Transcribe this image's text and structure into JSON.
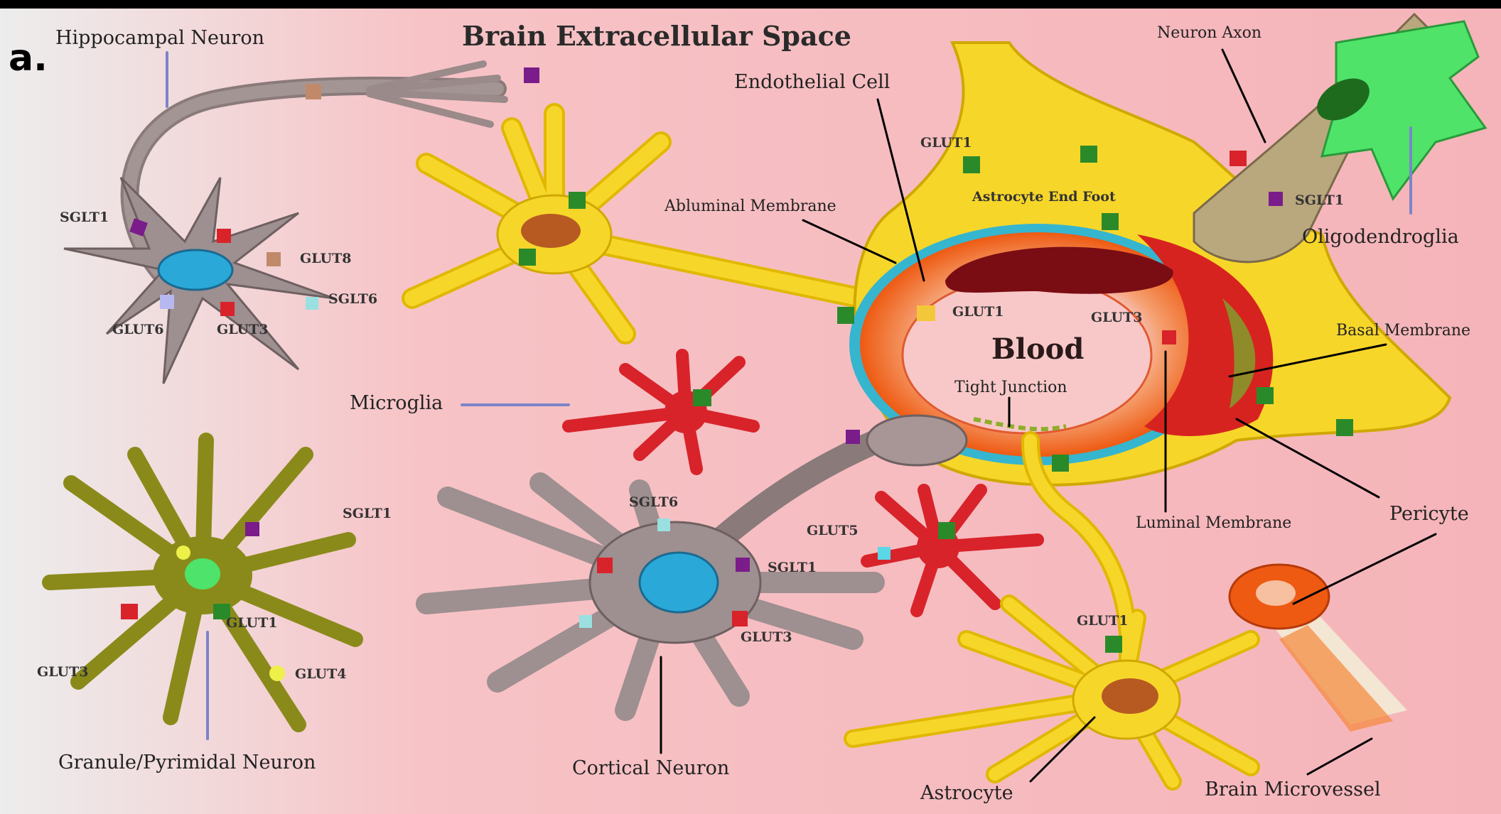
{
  "panel_label": "a.",
  "title": "Brain Extracellular Space",
  "labels": {
    "hippocampal_neuron": "Hippocampal Neuron",
    "endothelial_cell": "Endothelial Cell",
    "neuron_axon": "Neuron Axon",
    "abluminal_membrane": "Abluminal Membrane",
    "astrocyte_end_foot": "Astrocyte End Foot",
    "oligodendroglia": "Oligodendroglia",
    "basal_membrane": "Basal Membrane",
    "blood": "Blood",
    "tight_junction": "Tight Junction",
    "microglia": "Microglia",
    "luminal_membrane": "Luminal Membrane",
    "pericyte": "Pericyte",
    "granule_pyrimidal_neuron": "Granule/Pyrimidal Neuron",
    "cortical_neuron": "Cortical Neuron",
    "astrocyte": "Astrocyte",
    "brain_microvessel": "Brain Microvessel"
  },
  "transporters": {
    "sglt1_hippo": "SGLT1",
    "glut8": "GLUT8",
    "sglt6_hippo": "SGLT6",
    "glut6": "GLUT6",
    "glut3_hippo": "GLUT3",
    "glut1_endfoot": "GLUT1",
    "glut1_lumen": "GLUT1",
    "glut3_lumen": "GLUT3",
    "sglt1_axon": "SGLT1",
    "sglt6_cortical": "SGLT6",
    "sglt1_cortical": "SGLT1",
    "glut3_cortical": "GLUT3",
    "glut5": "GLUT5",
    "glut1_astro": "GLUT1",
    "sglt1_granule": "SGLT1",
    "glut1_granule": "GLUT1",
    "glut3_granule": "GLUT3",
    "glut4": "GLUT4"
  },
  "colors": {
    "background_left": "#e9e9e9",
    "background_right": "#f4b3b8",
    "neuron_gray": "#9a8a8a",
    "astrocyte_yellow": "#f7d62a",
    "microglia_red": "#d8232a",
    "granule_olive": "#8a8a1a",
    "oligodendroglia_green": "#4fe36a",
    "nucleus_cyan": "#29a8d8",
    "vessel_orange": "#f26a1c",
    "blood_pink": "#f8c6c6",
    "rbc_darkred": "#7a0c14",
    "pointer_blue": "#7c84c8"
  }
}
